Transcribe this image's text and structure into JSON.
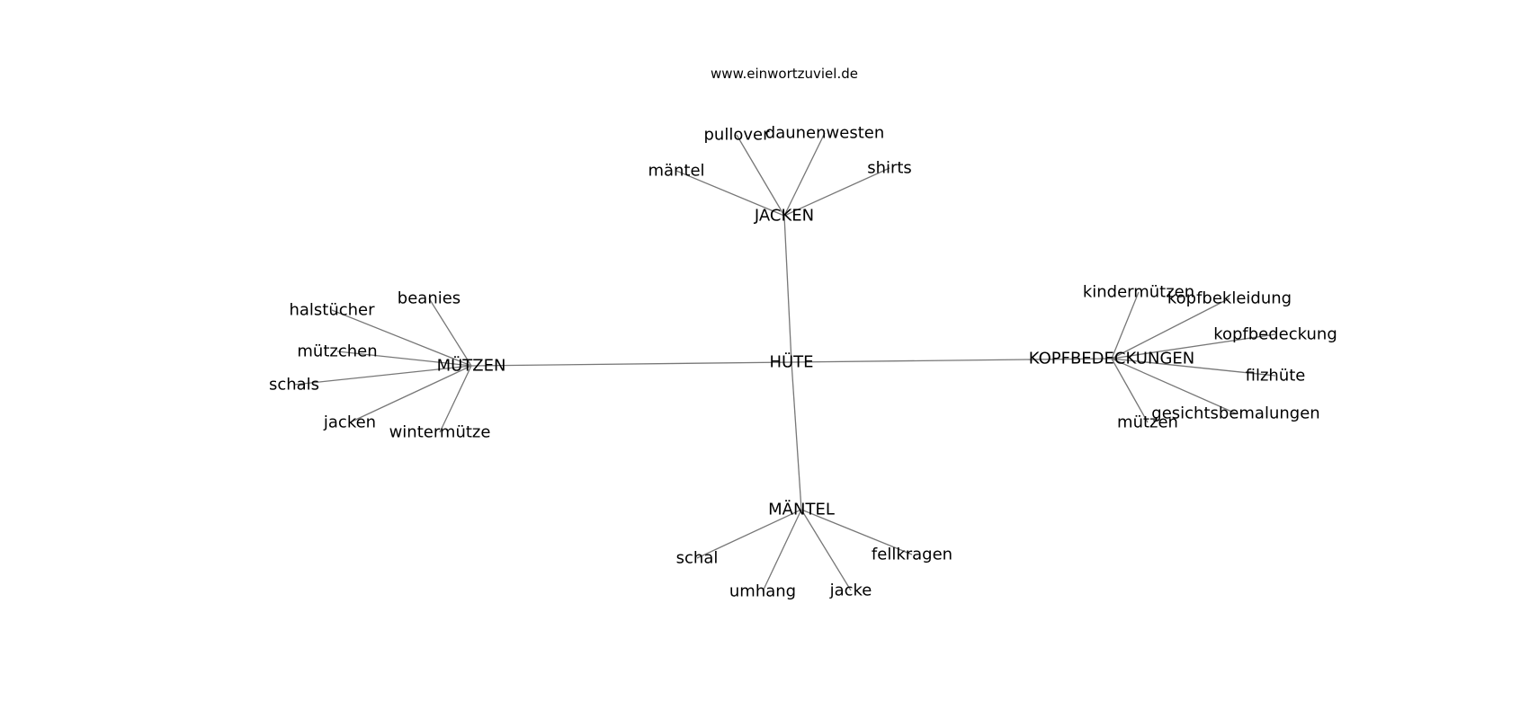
{
  "site": "www.einwortzuviel.de",
  "graph": {
    "center": "HÜTE",
    "clusters": [
      {
        "hub": "JACKEN",
        "leaves": [
          "mäntel",
          "pullover",
          "daunenwesten",
          "shirts"
        ]
      },
      {
        "hub": "MÜTZEN",
        "leaves": [
          "halstücher",
          "beanies",
          "mützchen",
          "schals",
          "jacken",
          "wintermütze"
        ]
      },
      {
        "hub": "KOPFBEDECKUNGEN",
        "leaves": [
          "kindermützen",
          "kopfbekleidung",
          "kopfbedeckung",
          "filzhüte",
          "gesichtsbemalungen",
          "mützen"
        ]
      },
      {
        "hub": "MÄNTEL",
        "leaves": [
          "schal",
          "umhang",
          "jacke",
          "fellkragen"
        ]
      }
    ]
  },
  "colors": {
    "edge": "#777777",
    "text": "#000000",
    "background": "#ffffff"
  }
}
